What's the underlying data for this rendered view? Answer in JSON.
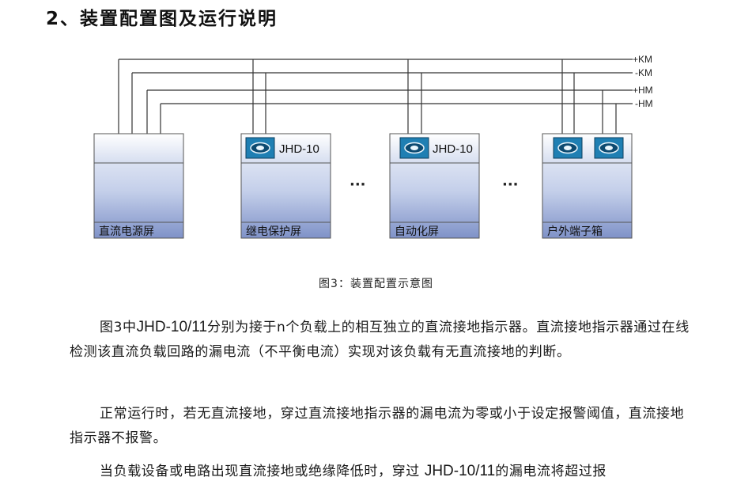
{
  "section": {
    "heading": "2、装置配置图及运行说明"
  },
  "diagram": {
    "bus_labels": [
      "+KM",
      "-KM",
      "+HM",
      "-HM"
    ],
    "panels": [
      {
        "label": "直流电源屏"
      },
      {
        "label": "继电保护屏",
        "device_label": "JHD-10"
      },
      {
        "label": "自动化屏",
        "device_label": "JHD-10"
      },
      {
        "label": "户外端子箱"
      }
    ],
    "ellipsis": "···",
    "colors": {
      "panel_top": "#f4f6fb",
      "panel_bottom": "#7f92c8",
      "sensor": "#1f7fb3",
      "line": "#333333"
    }
  },
  "caption": "图3：装置配置示意图",
  "paragraphs": [
    {
      "parts": [
        "图3中",
        "JHD-10/11",
        "分别为接于n个负载上的相互独立的直流接地指示器。直流接地指示器通过在线检测该直流负载回路的漏电流（不平衡电流）实现对该负载有无直流接地的判断。"
      ]
    },
    {
      "parts": [
        "正常运行时，若无直流接地，穿过直流接地指示器的漏电流为零或小于设定报警阈值，直流接地指示器不报警。"
      ]
    },
    {
      "parts": [
        "当负载设备或电路出现直流接地或绝缘降低时，穿过 ",
        "JHD-10/11",
        "的漏电流将超过报"
      ]
    }
  ]
}
